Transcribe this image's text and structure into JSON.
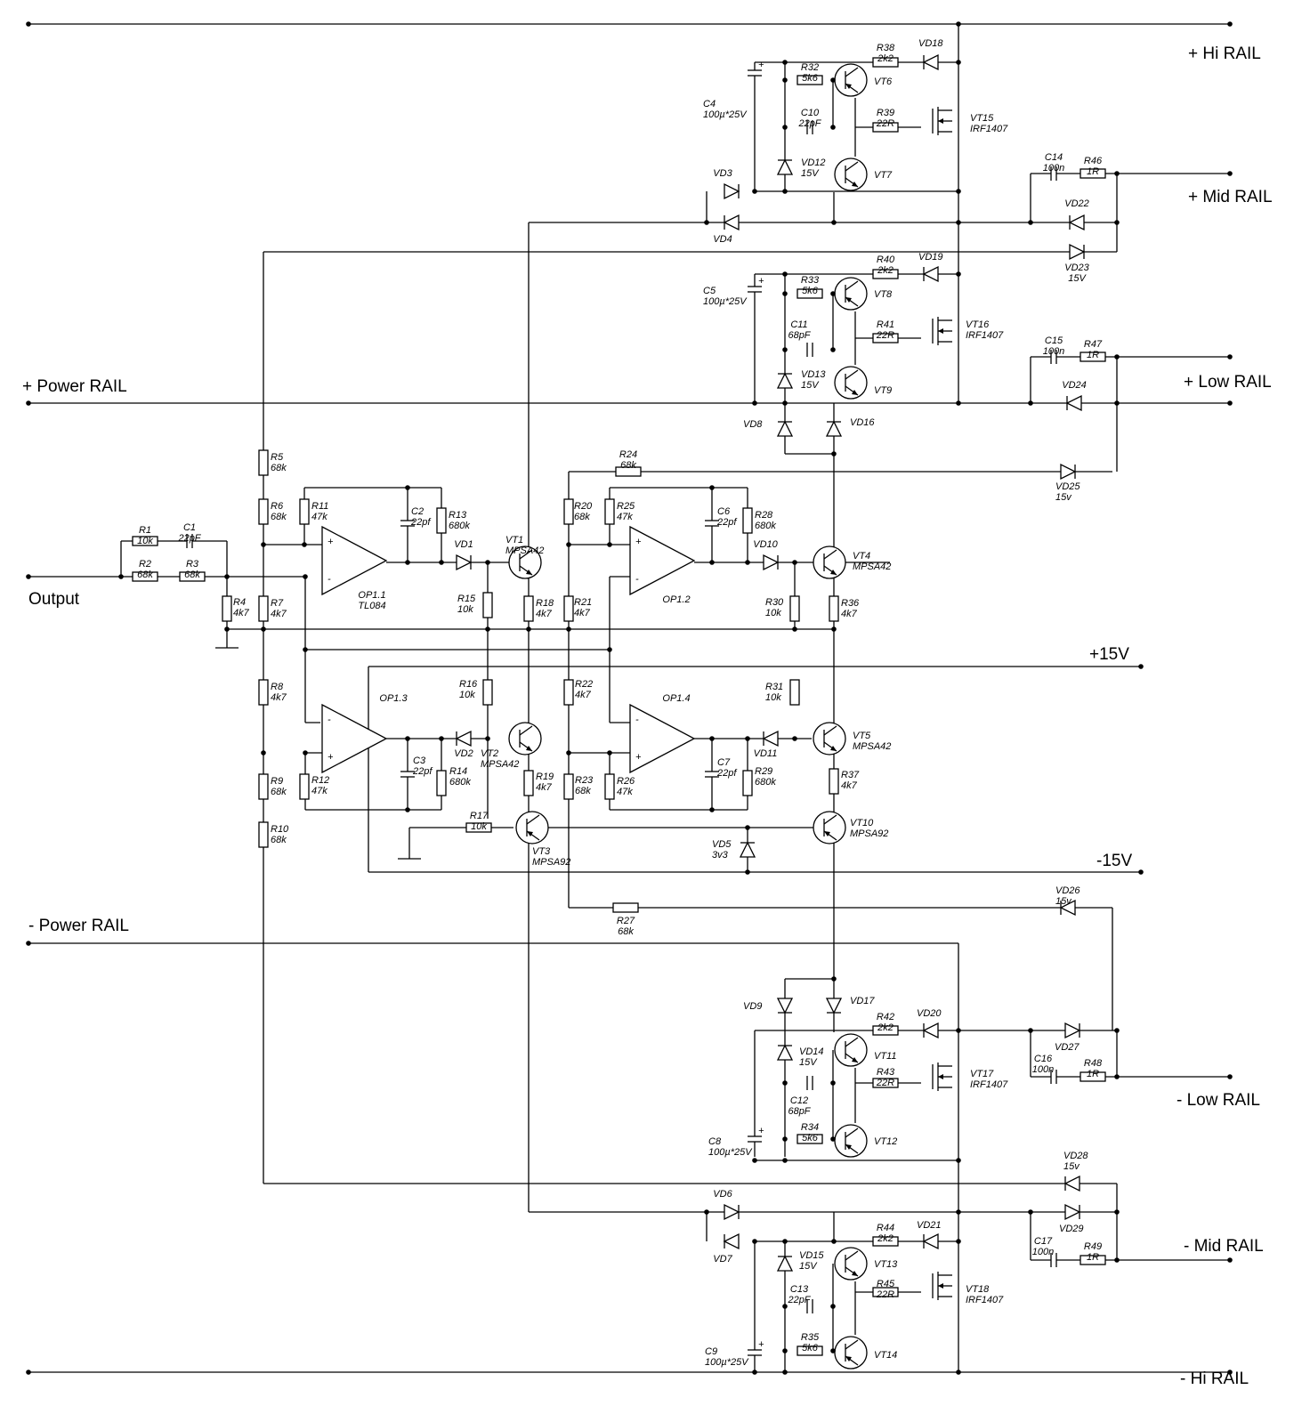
{
  "rails": {
    "hi_pos": "+ Hi RAIL",
    "mid_pos": "+ Mid RAIL",
    "low_pos": "+ Low RAIL",
    "power_pos": "+ Power RAIL",
    "output": "Output",
    "v15_pos": "+15V",
    "v15_neg": "-15V",
    "power_neg": "- Power RAIL",
    "low_neg": "- Low RAIL",
    "mid_neg": "- Mid RAIL",
    "hi_neg": "- Hi RAIL"
  },
  "components": {
    "R1": [
      "R1",
      "10k"
    ],
    "R2": [
      "R2",
      "68k"
    ],
    "R3": [
      "R3",
      "68k"
    ],
    "C1": [
      "C1",
      "22pF"
    ],
    "R4": [
      "R4",
      "4k7"
    ],
    "R5": [
      "R5",
      "68k"
    ],
    "R6": [
      "R6",
      "68k"
    ],
    "R7": [
      "R7",
      "4k7"
    ],
    "R8": [
      "R8",
      "4k7"
    ],
    "R9": [
      "R9",
      "68k"
    ],
    "R10": [
      "R10",
      "68k"
    ],
    "R11": [
      "R11",
      "47k"
    ],
    "C2": [
      "C2",
      "22pf"
    ],
    "R13": [
      "R13",
      "680k"
    ],
    "OP11": [
      "OP1.1",
      "TL084"
    ],
    "VD1": [
      "VD1",
      ""
    ],
    "VT1": [
      "VT1",
      "MPSA42"
    ],
    "R15": [
      "R15",
      "10k"
    ],
    "R18": [
      "R18",
      "4k7"
    ],
    "R20": [
      "R20",
      "68k"
    ],
    "R25": [
      "R25",
      "47k"
    ],
    "C6": [
      "C6",
      "22pf"
    ],
    "R28": [
      "R28",
      "680k"
    ],
    "OP12": [
      "OP1.2",
      ""
    ],
    "VD10": [
      "VD10",
      ""
    ],
    "VT4": [
      "VT4",
      "MPSA42"
    ],
    "R21": [
      "R21",
      "4k7"
    ],
    "R30": [
      "R30",
      "10k"
    ],
    "R36": [
      "R36",
      "4k7"
    ],
    "R24": [
      "R24",
      "68k"
    ],
    "OP13": [
      "OP1.3",
      ""
    ],
    "R12": [
      "R12",
      "47k"
    ],
    "C3": [
      "C3",
      "22pf"
    ],
    "R14": [
      "R14",
      "680k"
    ],
    "VD2": [
      "VD2",
      ""
    ],
    "VT2": [
      "VT2",
      "MPSA42"
    ],
    "R16": [
      "R16",
      "10k"
    ],
    "R19": [
      "R19",
      "4k7"
    ],
    "OP14": [
      "OP1.4",
      ""
    ],
    "R22": [
      "R22",
      "4k7"
    ],
    "R23": [
      "R23",
      "68k"
    ],
    "R26": [
      "R26",
      "47k"
    ],
    "C7": [
      "C7",
      "22pf"
    ],
    "R29": [
      "R29",
      "680k"
    ],
    "VD11": [
      "VD11",
      ""
    ],
    "VT5": [
      "VT5",
      "MPSA42"
    ],
    "R31": [
      "R31",
      "10k"
    ],
    "R37": [
      "R37",
      "4k7"
    ],
    "R17": [
      "R17",
      "10k"
    ],
    "VT3": [
      "VT3",
      "MPSA92"
    ],
    "VD5": [
      "VD5",
      "3v3"
    ],
    "VT10": [
      "VT10",
      "MPSA92"
    ],
    "R27": [
      "R27",
      "68k"
    ],
    "VD26": [
      "VD26",
      "15v"
    ],
    "C4": [
      "C4",
      "100µ*25V"
    ],
    "R32": [
      "R32",
      "5k6"
    ],
    "R38": [
      "R38",
      "2k2"
    ],
    "VD18": [
      "VD18",
      ""
    ],
    "VT6": [
      "VT6",
      ""
    ],
    "C10": [
      "C10",
      "22pF"
    ],
    "R39": [
      "R39",
      "22R"
    ],
    "VT15": [
      "VT15",
      "IRF1407"
    ],
    "VD12": [
      "VD12",
      "15V"
    ],
    "VT7": [
      "VT7",
      ""
    ],
    "VD3": [
      "VD3",
      ""
    ],
    "VD4": [
      "VD4",
      ""
    ],
    "C14": [
      "C14",
      "100n"
    ],
    "R46": [
      "R46",
      "1R"
    ],
    "VD22": [
      "VD22",
      ""
    ],
    "VD23": [
      "VD23",
      "15V"
    ],
    "C5": [
      "C5",
      "100µ*25V"
    ],
    "R33": [
      "R33",
      "5k6"
    ],
    "R40": [
      "R40",
      "2k2"
    ],
    "VD19": [
      "VD19",
      ""
    ],
    "VT8": [
      "VT8",
      ""
    ],
    "C11": [
      "C11",
      "68pF"
    ],
    "R41": [
      "R41",
      "22R"
    ],
    "VT16": [
      "VT16",
      "IRF1407"
    ],
    "VD13": [
      "VD13",
      "15V"
    ],
    "VT9": [
      "VT9",
      ""
    ],
    "VD8": [
      "VD8",
      ""
    ],
    "VD16": [
      "VD16",
      ""
    ],
    "C15": [
      "C15",
      "100n"
    ],
    "R47": [
      "R47",
      "1R"
    ],
    "VD24": [
      "VD24",
      ""
    ],
    "VD25": [
      "VD25",
      "15v"
    ],
    "VD9": [
      "VD9",
      ""
    ],
    "VD17": [
      "VD17",
      ""
    ],
    "R42": [
      "R42",
      "2k2"
    ],
    "VD20": [
      "VD20",
      ""
    ],
    "VD14": [
      "VD14",
      "15V"
    ],
    "VT11": [
      "VT11",
      ""
    ],
    "R43": [
      "R43",
      "22R"
    ],
    "VT17": [
      "VT17",
      "IRF1407"
    ],
    "C12": [
      "C12",
      "68pF"
    ],
    "C8": [
      "C8",
      "100µ*25V"
    ],
    "R34": [
      "R34",
      "5k6"
    ],
    "VT12": [
      "VT12",
      ""
    ],
    "VD27": [
      "VD27",
      ""
    ],
    "C16": [
      "C16",
      "100n"
    ],
    "R48": [
      "R48",
      "1R"
    ],
    "VD28": [
      "VD28",
      "15v"
    ],
    "VD29": [
      "VD29",
      ""
    ],
    "VD6": [
      "VD6",
      ""
    ],
    "VD7": [
      "VD7",
      ""
    ],
    "R44": [
      "R44",
      "2k2"
    ],
    "VD21": [
      "VD21",
      ""
    ],
    "VD15": [
      "VD15",
      "15V"
    ],
    "VT13": [
      "VT13",
      ""
    ],
    "C13": [
      "C13",
      "22pF"
    ],
    "R45": [
      "R45",
      "22R"
    ],
    "VT18": [
      "VT18",
      "IRF1407"
    ],
    "C9": [
      "C9",
      "100µ*25V"
    ],
    "R35": [
      "R35",
      "5k6"
    ],
    "VT14": [
      "VT14",
      ""
    ],
    "C17": [
      "C17",
      "100n"
    ],
    "R49": [
      "R49",
      "1R"
    ]
  }
}
